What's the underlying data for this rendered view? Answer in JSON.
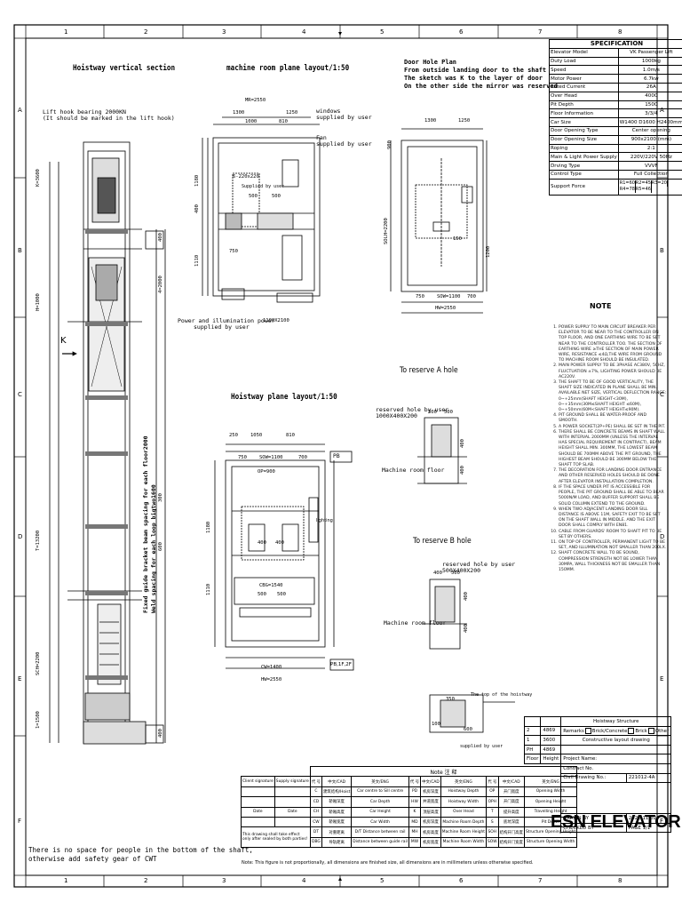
{
  "grid": {
    "cols": [
      "1",
      "2",
      "3",
      "4",
      "5",
      "6",
      "7",
      "8"
    ],
    "rows": [
      "A",
      "B",
      "C",
      "D",
      "E",
      "F"
    ]
  },
  "titles": {
    "hoistway_section": "Hoistway vertical section",
    "machine_room": "machine room plane layout/1:50",
    "door_hole": [
      "Door Hole Plan",
      "From outside landing door to the shaft",
      "The sketch was K to the layer of door",
      "On the other side the mirror was reserved"
    ],
    "hoistway_plane": "Hoistway plane layout/1:50",
    "reserve_a": "To reserve A hole",
    "reserve_b": "To reserve B hole"
  },
  "labels": {
    "lift_hook": [
      "Lift hook bearing 2000KN",
      "(It should be marked in the lift hook)"
    ],
    "windows": [
      "windows",
      "supplied by user"
    ],
    "fan": [
      "Fan",
      "supplied by user"
    ],
    "supplied_user": "Supplied by user",
    "power": [
      "Power and illumination power",
      "supplied by user"
    ],
    "hole_a": [
      "reserved hole by user",
      "1000X400X200"
    ],
    "hole_b": [
      "reserved hole by user",
      "500X400X200"
    ],
    "machine_floor": "Machine room floor",
    "k_marker": "K",
    "pb": "PB",
    "pb2": "PB,1F,2F",
    "rail_note": [
      "Fixed guide bracket beam spacing for each floor2000",
      "Weld spacing for each loop bigtwo1600"
    ],
    "pit_top": "The top of the hoistway",
    "pit_user": "supplied by user",
    "lighting": "lighting"
  },
  "dims": {
    "mr_top": "MR=2550",
    "mr_a": "1300",
    "mr_b": "1250",
    "mr_c": "1000",
    "mr_d": "810",
    "mr_box": "6-220x220",
    "mr_e": "500",
    "mr_f": "500",
    "mr_g": "750",
    "mr_bot": "1100X2100",
    "mr_left1": "1180",
    "mr_left2": "400",
    "mr_left3": "1110",
    "door_a": "1300",
    "door_b": "1250",
    "door_h": "SOLH=2200",
    "door_c": "750",
    "door_d": "SOW=1100",
    "door_e": "700",
    "door_f": "HW=2550",
    "door_l": "900",
    "door_r": "1200",
    "door_k": "150",
    "hp_a": "250",
    "hp_b": "1050",
    "hp_c": "810",
    "hp_d": "750",
    "hp_e": "SOW=1100",
    "hp_f": "700",
    "hp_g": "OP=900",
    "hp_h": "CW=1400",
    "hp_i": "HW=2550",
    "hp_j": "CBG=1540",
    "hp_k": "400",
    "hp_l": "400",
    "hp_m": "500",
    "hp_n": "500",
    "hp_left1": "1180",
    "hp_left2": "1110",
    "sec_top": "K=3600",
    "sec_mh": "H=1000",
    "sec_tot": "T=13200",
    "sec_sh": "SCH=2200",
    "sec_pit": "1=1500",
    "sec_r1": "400",
    "sec_r2": "4=2000",
    "sec_r3": "300",
    "sec_r4": "600",
    "sec_r5": "400",
    "a_1": "500",
    "a_2": "500",
    "a_3": "400",
    "a_4": "400",
    "b_1": "400",
    "b_2": "500",
    "b_3": "400",
    "b_4": "400",
    "p_1": "350",
    "p_2": "100",
    "p_3": "600"
  },
  "spec": {
    "title": "SPECIFICATION",
    "rows": [
      [
        "Elevator Model",
        "VK Passenger Lift"
      ],
      [
        "Duty Load",
        "1000kg"
      ],
      [
        "Speed",
        "1.0m/s"
      ],
      [
        "Motor Power",
        "6.7kw"
      ],
      [
        "Rated Current",
        "26A"
      ],
      [
        "Over Head",
        "4000"
      ],
      [
        "Pit Depth",
        "1500"
      ],
      [
        "Floor Information",
        "3/3/4"
      ],
      [
        "Car Size",
        "W1400 D1600 H2400mm"
      ],
      [
        "Door Opening Type",
        "Center opening"
      ],
      [
        "Door Opening Size",
        "900x2100  (mm)"
      ],
      [
        "Roping",
        "2:1"
      ],
      [
        "Main & Light Power Supply",
        "220V/220V  50Hz"
      ],
      [
        "Drving Type",
        "VVVF"
      ],
      [
        "Control Type",
        "Full Collection"
      ]
    ],
    "support_label": "Support Force",
    "support": [
      "R1=60",
      "R2=45",
      "R3=20",
      "R4=78",
      "R5=46"
    ]
  },
  "note_title": "NOTE",
  "notes": [
    "POWER SUPPLY TO MAIN CIRCUIT BREAKER PER ELEVATOR TO BE NEAR TO THE CONTROLLER ON TOP FLOOR, AND ONE EARTHING WIRE TO BE SET NEAR TO THE CONTROLLER TOO. THE SECTION OF EARTHING WIRE ≥THE SECTION OF MAIN POWER WIRE, RESISTANCE ≤4Ω,THE WIRE FROM GROUND TO MACHINE ROOM SHOULD BE INSULATED.",
    "MAIN POWER SUPPLY TO BE 3PHASE AC380V, 50HZ, FLUCTUATION ±7%, LIGHTING POWER SHOULD BE AC220V.",
    "THE SHAFT TO BE OF GOOD VERTICALITY, THE SHAFT SIZE INDICATED IN PLANE SHALL BE MIN. AVAILABLE NET SIZE, VERTICAL DEFLECTION RANGE: 0~+25mm(SHAFT HEIGHT<30M), 0~+35mm(30M≤SHAFT HEIGHT ≤60M), 0~+50mm(60M<SHAFT HEIGHT≤90M).",
    "PIT GROUND SHALL BE WATER-PROOF AND SMOOTH.",
    "A POWER SOCKET(2P+PE) SHALL BE SET IN THE PIT.",
    "THERE SHALL BE CONCRETE BEAMS IN SHAFT WALL WITH INTERVAL 2000MM (UNLESS THE INTERVAL HAS SPECIAL REQUIREMENT IN CONTRACT), BEAM HEIGHT SHALL MIN. 300MM, THE LOWEST BEAM SHOULD BE 700MM ABOVE THE PIT GROUND, THE HIGHEST BEAM SHOULD BE 300MM BELOW THE SHAFT TOP SLAB.",
    "THE DECORATION FOR LANDING DOOR ENTRANCE AND OTHER RESERVED HOLES SHOULD BE DONE AFTER ELEVATOR INSTALLATION COMPLETION.",
    "IF THE SPACE UNDER PIT IS ACCESSIBLE FOR PEOPLE, THE PIT GROUND SHALL BE ABLE TO BEAR 5000N/M LOAD, AND BUFFER SUPPORT SHALL BE SOLID COLUMN EXTEND TO THE GROUND.",
    "WHEN TWO ADJACENT LANDING DOOR SILL DISTANCE IS ABOVE 11M, SAFETY EXIT TO BE SET ON THE SHAFT WALL IN MIDDLE. AND THE EXIT DOOR SHALL COMPLY WITH EN81.",
    "CABLE FROM GUARDS' ROOM TO SHAFT PIT TO BE SET BY OTHERS.",
    "ON TOP OF CONTROLLER, PERMANENT LIGHT TO BE SET, AND ILLUMINATION NOT SMALLER THAN 200LX.",
    "SHAFT CONCRETE WALL TO BE SOUND, COMPRESSION STRENGTH NOT BE LOWER THAN 30MPA, WALL THICKNESS NOT BE SMALLER THAN 150MM."
  ],
  "right_block": {
    "rows": [
      [
        "",
        "",
        "Hoistway Structure",
        ""
      ],
      [
        "2",
        "4869",
        "Remarks",
        ""
      ],
      [
        "1",
        "3600",
        "Constructive layout drawing",
        ""
      ],
      [
        "PH",
        "4869",
        "",
        ""
      ],
      [
        "Floor",
        "Height",
        "Project Name:",
        ""
      ]
    ],
    "structure_opts": [
      "Brick/Concrete",
      "Brick",
      "Other"
    ],
    "project": "Project Name:",
    "contract": "Contract No.",
    "drawing_label": "Civil Drawing No.:",
    "drawing_no": "221012-4A",
    "drawn": "DRAWN BY",
    "checked": "CHECKED BY",
    "date": "2022-11-02",
    "page_label": "PAGE",
    "page": "1/1"
  },
  "brand": "ESN ELEVATOR",
  "ttable": {
    "head": [
      "Note",
      "注 释"
    ],
    "sig_client": "Client signature",
    "sig_supply": "Supply signature",
    "date": "Date",
    "remark": "This drawing shall take effect only after sealed by both parties!",
    "cols": [
      "代 号",
      "中文/CAD",
      "英文/ENG",
      "代 号",
      "中文/CAD",
      "英文/ENG",
      "代 号",
      "中文/CAD",
      "英文/ENG"
    ],
    "rows": [
      [
        "C",
        "建筑结构/Hoist",
        "Car centre to Sill centre",
        "PD",
        "机房深度",
        "Hoistway Depth",
        "OP",
        "开门宽度",
        "Opening Width"
      ],
      [
        "CD",
        "轿厢深度",
        "Car Depth",
        "HW",
        "井道宽度",
        "Hoistway Width",
        "OPH",
        "开门高度",
        "Opening Height"
      ],
      [
        "CH",
        "轿厢高度",
        "Car Height",
        "K",
        "顶层高度",
        "Over Head",
        "T",
        "提升高度",
        "Travelling Height"
      ],
      [
        "CW",
        "轿厢宽度",
        "Car Width",
        "MD",
        "机房深度",
        "Machine Room Depth",
        "S",
        "底坑深度",
        "Pit Depth"
      ],
      [
        "DT",
        "对重距离",
        "D/T Distance between rail",
        "MH",
        "机房高度",
        "Machine Room Height",
        "SOH",
        "结构开门高度",
        "Structure Opening Height"
      ],
      [
        "DBG",
        "导轨距离",
        "Distance between guide rail",
        "MW",
        "机房宽度",
        "Machine Room Width",
        "SOW",
        "结构开门宽度",
        "Structure Opening Width"
      ]
    ],
    "footer": "Note: This figure is not proportionally, all dimensions are finished size, all dimensions are in millimeters unless otherwise specified."
  },
  "bottom_note": [
    "There is no space for people in the bottom of the shaft,",
    "otherwise add safety gear of CWT"
  ]
}
